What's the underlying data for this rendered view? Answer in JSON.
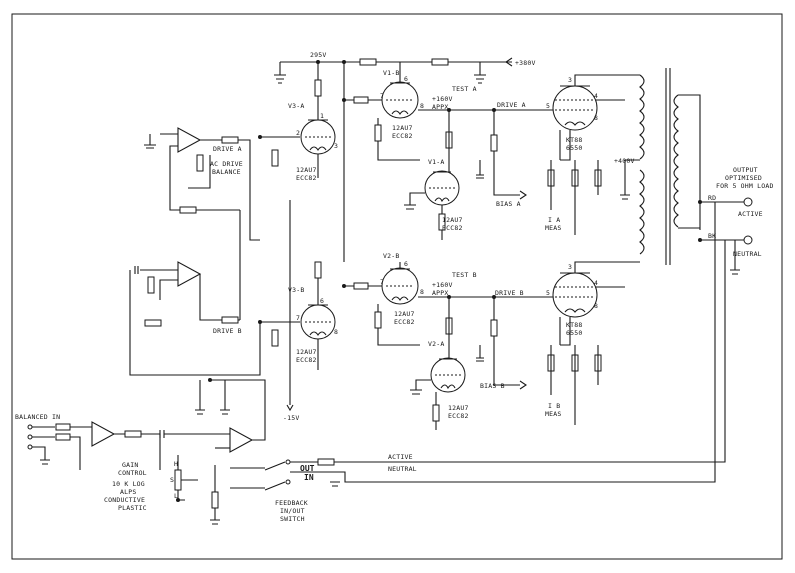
{
  "labels": {
    "rail_295": "295V",
    "rail_380": "+380V",
    "rail_400": "+400V",
    "rail_neg15": "-15V",
    "v1b": "V1-B",
    "v2b": "V2-B",
    "v3a": "V3-A",
    "v3b": "V3-B",
    "v1a": "V1-A",
    "v2a": "V2-A",
    "tube_12au7": "12AU7",
    "tube_ecc82": "ECC82",
    "tube_kt88": "KT88",
    "tube_6550": "6550",
    "test_a": "TEST A",
    "test_b": "TEST B",
    "v160": "+160V",
    "appx": "APPX",
    "drive_a": "DRIVE A",
    "drive_b": "DRIVE B",
    "ac_drive": "AC DRIVE",
    "balance": "BALANCE",
    "bias_a": "BIAS A",
    "bias_b": "BIAS B",
    "ia": "I A",
    "ib": "I B",
    "meas": "MEAS",
    "output1": "OUTPUT",
    "output2": "OPTIMISED",
    "output3": "FOR 5 OHM LOAD",
    "rd": "RD",
    "bk": "BK",
    "active": "ACTIVE",
    "neutral": "NEUTRAL",
    "active_caps": "ACTIVE",
    "neutral_caps": "NEUTRAL",
    "balanced_in": "BALANCED IN",
    "gain1": "GAIN",
    "gain2": "CONTROL",
    "gain3": "10 K LOG",
    "gain4": "ALPS",
    "gain5": "CONDUCTIVE",
    "gain6": "PLASTIC",
    "pot_h": "H",
    "pot_s": "S",
    "pot_l": "L",
    "out": "OUT",
    "in": "IN",
    "fb1": "FEEDBACK",
    "fb2": "IN/OUT",
    "fb3": "SWITCH",
    "p1": "1",
    "p2": "2",
    "p3": "3",
    "p4": "4",
    "p5": "5",
    "p6": "6",
    "p7": "7",
    "p8": "8"
  }
}
